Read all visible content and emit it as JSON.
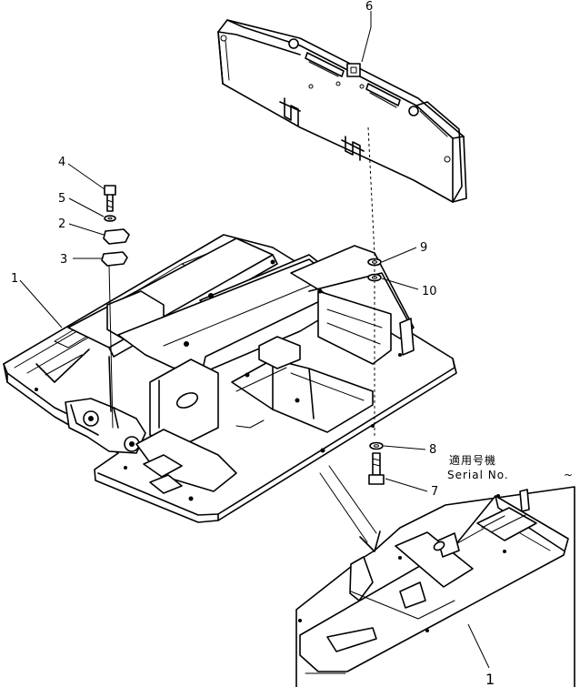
{
  "callouts": {
    "c1": "1",
    "c2": "2",
    "c3": "3",
    "c4": "4",
    "c5": "5",
    "c6": "6",
    "c7": "7",
    "c8": "8",
    "c9": "9",
    "c10": "10",
    "c1_detail": "1"
  },
  "serial_note": {
    "japanese": "適用号機",
    "english": "Serial  No.",
    "suffix": "~"
  }
}
